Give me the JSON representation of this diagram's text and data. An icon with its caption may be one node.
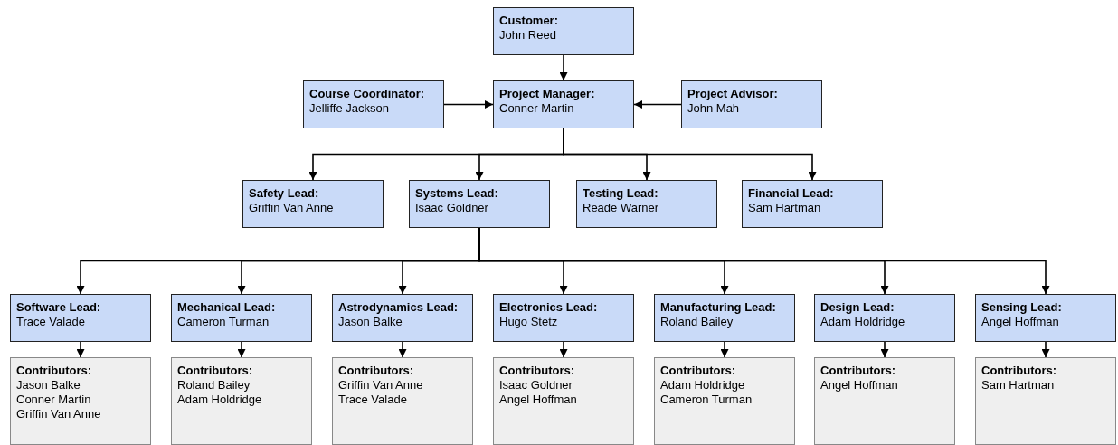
{
  "diagram": {
    "nodes": [
      {
        "text": [
          "Customer:",
          "John Reed"
        ]
      },
      {
        "text": [
          "Course Coordinator:",
          "Jelliffe Jackson"
        ]
      },
      {
        "text": [
          "Project Manager:",
          "Conner Martin"
        ]
      },
      {
        "text": [
          "Project Advisor:",
          "John Mah"
        ]
      },
      {
        "text": [
          "Safety Lead:",
          "Griffin Van Anne"
        ]
      },
      {
        "text": [
          "Systems Lead:",
          "Isaac Goldner"
        ]
      },
      {
        "text": [
          "Testing Lead:",
          "Reade Warner"
        ]
      },
      {
        "text": [
          "Financial Lead:",
          "Sam Hartman"
        ]
      },
      {
        "text": [
          "Software Lead:",
          "Trace Valade"
        ]
      },
      {
        "text": [
          "Mechanical Lead:",
          "Cameron Turman"
        ]
      },
      {
        "text": [
          "Astrodynamics Lead:",
          "Jason Balke"
        ]
      },
      {
        "text": [
          "Electronics Lead:",
          "Hugo Stetz"
        ]
      },
      {
        "text": [
          "Manufacturing Lead:",
          "Roland Bailey"
        ]
      },
      {
        "text": [
          "Design Lead:",
          "Adam Holdridge"
        ]
      },
      {
        "text": [
          "Sensing Lead:",
          "Angel Hoffman"
        ]
      },
      {
        "text": [
          "Contributors:",
          "Jason Balke",
          "Conner Martin",
          "Griffin Van Anne"
        ]
      },
      {
        "text": [
          "Contributors:",
          "Roland Bailey",
          "Adam Holdridge"
        ]
      },
      {
        "text": [
          "Contributors:",
          "Griffin Van Anne",
          "Trace Valade"
        ]
      },
      {
        "text": [
          "Contributors:",
          "Isaac Goldner",
          "Angel Hoffman"
        ]
      },
      {
        "text": [
          "Contributors:",
          "Adam Holdridge",
          "Cameron Turman"
        ]
      },
      {
        "text": [
          "Contributors:",
          "Angel Hoffman"
        ]
      },
      {
        "text": [
          "Contributors:",
          "Sam Hartman"
        ]
      }
    ],
    "edges": [
      {
        "from": 0,
        "to": 2,
        "arrow": "to"
      },
      {
        "from": 1,
        "to": 2,
        "arrow": "to"
      },
      {
        "from": 3,
        "to": 2,
        "arrow": "to"
      },
      {
        "from": 2,
        "to": 4,
        "arrow": "to"
      },
      {
        "from": 2,
        "to": 5,
        "arrow": "to"
      },
      {
        "from": 2,
        "to": 6,
        "arrow": "to"
      },
      {
        "from": 2,
        "to": 7,
        "arrow": "to"
      },
      {
        "from": 5,
        "to": 8,
        "arrow": "to"
      },
      {
        "from": 5,
        "to": 9,
        "arrow": "to"
      },
      {
        "from": 5,
        "to": 10,
        "arrow": "to"
      },
      {
        "from": 5,
        "to": 11,
        "arrow": "to"
      },
      {
        "from": 5,
        "to": 12,
        "arrow": "to"
      },
      {
        "from": 5,
        "to": 13,
        "arrow": "to"
      },
      {
        "from": 5,
        "to": 14,
        "arrow": "to"
      },
      {
        "from": 8,
        "to": 15,
        "arrow": "to"
      },
      {
        "from": 9,
        "to": 16,
        "arrow": "to"
      },
      {
        "from": 10,
        "to": 17,
        "arrow": "to"
      },
      {
        "from": 11,
        "to": 18,
        "arrow": "to"
      },
      {
        "from": 12,
        "to": 19,
        "arrow": "to"
      },
      {
        "from": 13,
        "to": 20,
        "arrow": "to"
      },
      {
        "from": 14,
        "to": 21,
        "arrow": "to"
      }
    ]
  }
}
